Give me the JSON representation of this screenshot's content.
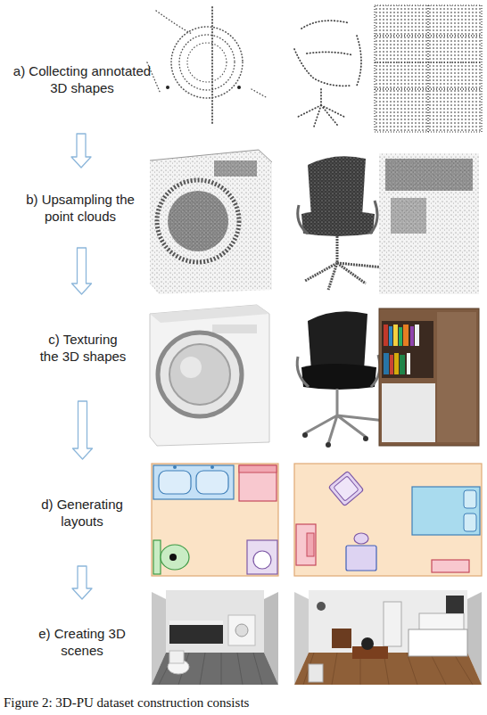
{
  "diagram": {
    "caption": "Figure 2: 3D-PU dataset construction consists",
    "nodes": [
      {
        "text": [
          "a) Collecting annotated 3D shapes"
        ]
      },
      {
        "text": [
          "b) Upsampling the point clouds"
        ]
      },
      {
        "text": [
          "c) Texturing the 3D shapes"
        ]
      },
      {
        "text": [
          "d) Generating layouts"
        ]
      },
      {
        "text": [
          "e) Creating 3D scenes"
        ]
      }
    ],
    "edges": [
      {
        "from": 0,
        "to": 1,
        "arrow": "to"
      },
      {
        "from": 1,
        "to": 2,
        "arrow": "to"
      },
      {
        "from": 2,
        "to": 3,
        "arrow": "to"
      },
      {
        "from": 3,
        "to": 4,
        "arrow": "to"
      }
    ]
  }
}
